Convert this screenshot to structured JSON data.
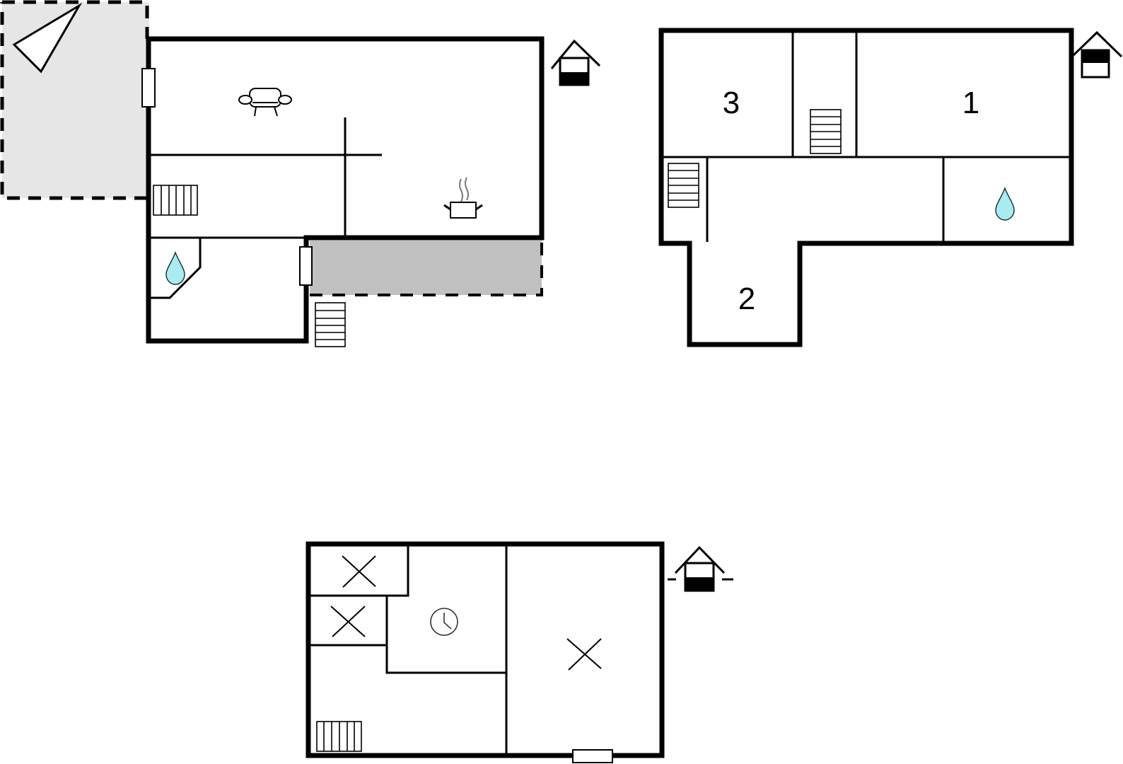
{
  "diagram": {
    "type": "floor_plan",
    "floors": [
      {
        "id": "ground-floor",
        "rooms": [
          {
            "id": "living-room",
            "icon": "sofa-icon"
          },
          {
            "id": "kitchen",
            "icon": "cooking-pot-icon"
          },
          {
            "id": "bathroom",
            "icon": "water-drop-icon"
          },
          {
            "id": "entrance-hall",
            "icon": "stairs-icon"
          }
        ],
        "outdoor": [
          "terrace-light-grey",
          "covered-porch-grey"
        ],
        "compass": "north-arrow-icon",
        "house_marker": "house-level-icon-ground"
      },
      {
        "id": "first-floor",
        "rooms": [
          {
            "id": "bedroom-3",
            "label": "3"
          },
          {
            "id": "bedroom-1",
            "label": "1"
          },
          {
            "id": "bedroom-2",
            "label": "2"
          },
          {
            "id": "stairwell",
            "icon": "stairs-icon"
          },
          {
            "id": "hallway"
          },
          {
            "id": "bathroom-upstairs",
            "icon": "water-drop-icon"
          }
        ],
        "house_marker": "house-level-icon-upper"
      },
      {
        "id": "basement",
        "rooms": [
          {
            "id": "storage-1",
            "icon": "x-mark-icon"
          },
          {
            "id": "storage-2",
            "icon": "x-mark-icon"
          },
          {
            "id": "utility-room",
            "icon": "clock-icon"
          },
          {
            "id": "basement-hall",
            "icon": "stairs-icon"
          },
          {
            "id": "large-storage",
            "icon": "x-mark-icon"
          }
        ],
        "house_marker": "house-level-icon-basement"
      }
    ],
    "labels": {
      "room1": "1",
      "room2": "2",
      "room3": "3"
    },
    "colors": {
      "wall": "#000000",
      "terrace": "#e6e6e6",
      "porch": "#c0c0c0",
      "water": "#a8ecf2",
      "background": "#ffffff"
    }
  }
}
